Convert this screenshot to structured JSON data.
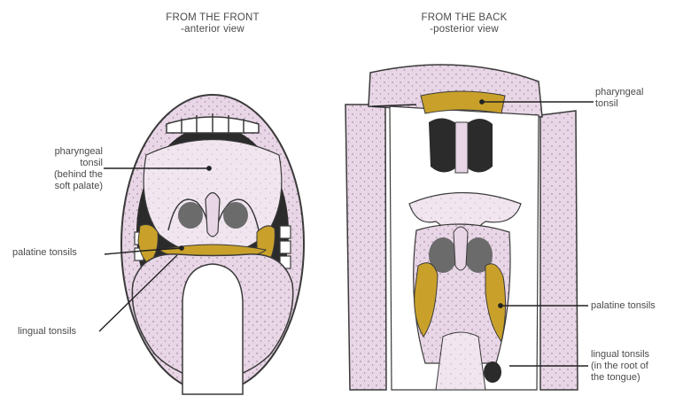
{
  "colors": {
    "tissue": "#e8d6e6",
    "tissue_dark": "#cdb4cc",
    "outline": "#3a3a3a",
    "tonsil": "#c9a12a",
    "shadow": "#2b2b2b",
    "leader": "#222222"
  },
  "front_view": {
    "title_line1": "FROM THE FRONT",
    "title_line2": "-anterior view",
    "labels": {
      "pharyngeal_tonsil_line1": "pharyngeal",
      "pharyngeal_tonsil_line2": "tonsil",
      "pharyngeal_tonsil_line3": "(behind the",
      "pharyngeal_tonsil_line4": "soft palate)",
      "palatine_tonsils": "palatine tonsils",
      "lingual_tonsils": "lingual tonsils"
    }
  },
  "back_view": {
    "title_line1": "FROM THE BACK",
    "title_line2": "-posterior view",
    "labels": {
      "pharyngeal_tonsil_line1": "pharyngeal",
      "pharyngeal_tonsil_line2": "tonsil",
      "palatine_tonsils": "palatine tonsils",
      "lingual_tonsils_line1": "lingual tonsils",
      "lingual_tonsils_line2": "(in the root of",
      "lingual_tonsils_line3": "the tongue)"
    }
  }
}
